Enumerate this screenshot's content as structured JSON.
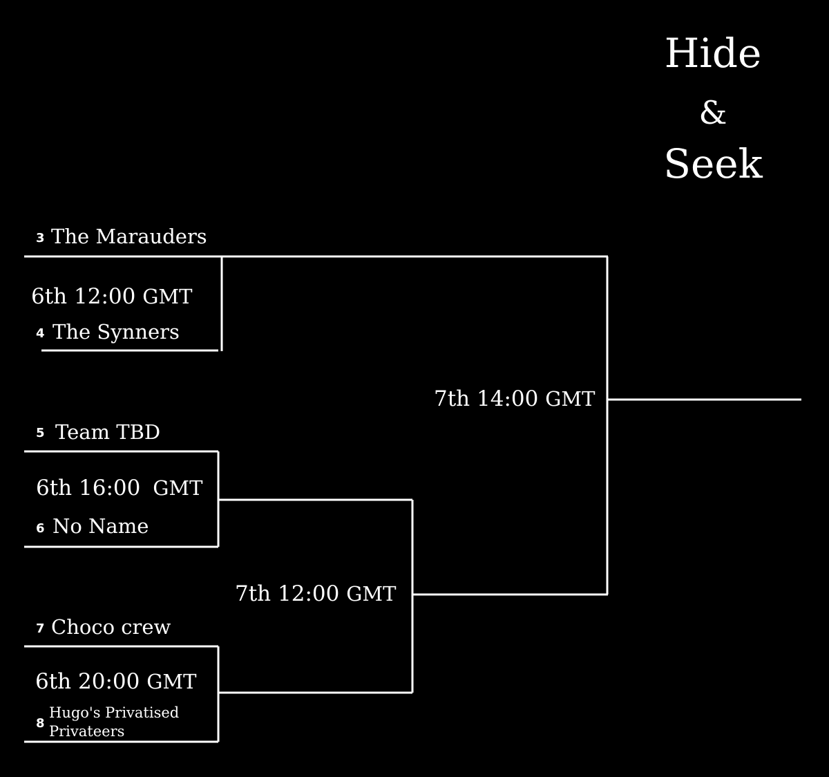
{
  "title": {
    "line1": "Hide",
    "line2": "&",
    "line3": "Seek"
  },
  "teams": [
    {
      "seed": "3",
      "name": "The Marauders"
    },
    {
      "seed": "4",
      "name": "The Synners"
    },
    {
      "seed": "5",
      "name": "Team TBD"
    },
    {
      "seed": "6",
      "name": "No Name"
    },
    {
      "seed": "7",
      "name": "Choco crew"
    },
    {
      "seed": "8",
      "name_line1": "Hugo's Privatised",
      "name_line2": "Privateers"
    }
  ],
  "matches": [
    {
      "time": "6th 12:00",
      "zone": "GMT"
    },
    {
      "time": "6th 16:00",
      "zone": "GMT"
    },
    {
      "time": "6th 20:00",
      "zone": "GMT"
    },
    {
      "time": "7th 12:00",
      "zone": "GMT"
    },
    {
      "time": "7th 14:00",
      "zone": "GMT"
    }
  ],
  "colors": {
    "background": "#000000",
    "lines": "#ffffff",
    "text": "#ffffff"
  }
}
